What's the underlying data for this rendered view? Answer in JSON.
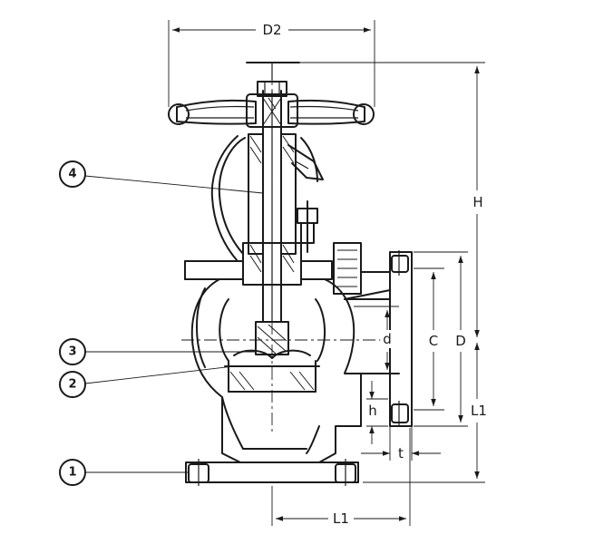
{
  "callouts": [
    {
      "num": "1"
    },
    {
      "num": "2"
    },
    {
      "num": "3"
    },
    {
      "num": "4"
    }
  ],
  "dimensions": {
    "D2": "D2",
    "H": "H",
    "D": "D",
    "C": "C",
    "d": "d",
    "h": "h",
    "t": "t",
    "L1_vertical": "L1",
    "L1_horizontal": "L1"
  }
}
